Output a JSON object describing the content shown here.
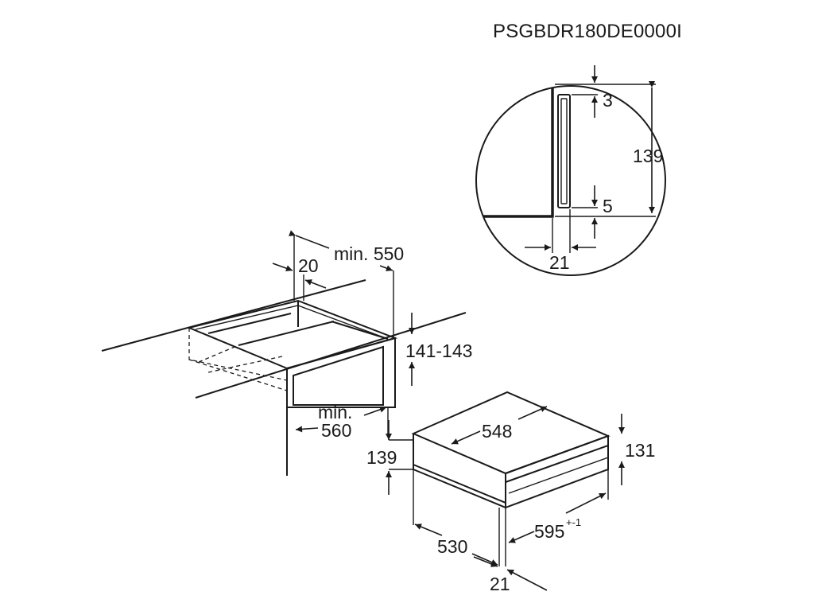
{
  "model_code": "PSGBDR180DE0000I",
  "detail_view": {
    "dim_top_gap": "3",
    "dim_total_height": "139",
    "dim_bottom_gap": "5",
    "dim_depth": "21"
  },
  "cabinet_view": {
    "dim_min_depth": "min. 550",
    "dim_recess": "20",
    "dim_height_range": "141-143",
    "dim_min_width_label": "min.",
    "dim_min_width_value": "560"
  },
  "appliance_view": {
    "dim_width_top": "548",
    "dim_front_height": "131",
    "dim_total_height": "139",
    "dim_depth": "530",
    "dim_width": "595",
    "dim_width_tolerance": "+-1",
    "dim_front_thickness": "21"
  }
}
